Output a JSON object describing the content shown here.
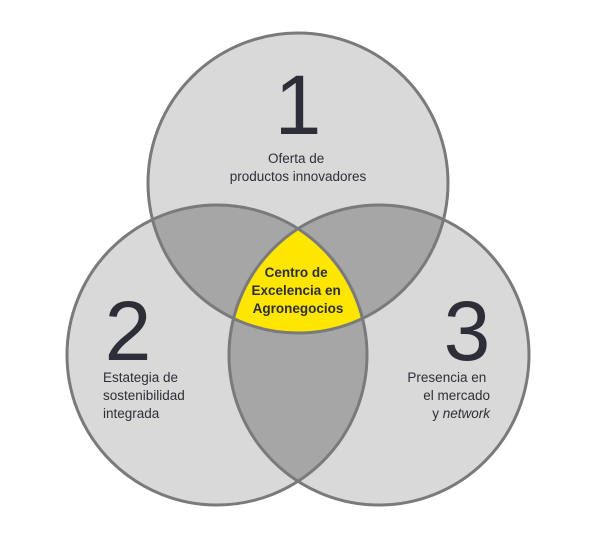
{
  "diagram": {
    "center": {
      "lines": [
        "Centro de",
        "Excelencia en",
        "Agronegocios"
      ]
    },
    "items": [
      {
        "number": "1",
        "lines": [
          "Oferta de",
          "productos innovadores"
        ]
      },
      {
        "number": "2",
        "lines": [
          "Estategia de",
          "sostenibilidad",
          "integrada"
        ]
      },
      {
        "number": "3",
        "lines": [
          "Presencia en",
          "el mercado"
        ],
        "last_line_prefix": "y ",
        "last_line_emphasis": "network"
      }
    ]
  },
  "colors": {
    "circle": "#d9d9d9",
    "overlap": "#a6a6a6",
    "center": "#ffe600",
    "outline": "#7a7a7a",
    "text": "#2e2e38"
  }
}
